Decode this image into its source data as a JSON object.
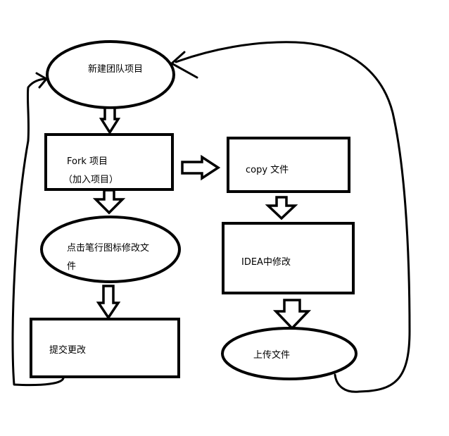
{
  "nodes": {
    "create_project": "新建团队项目",
    "fork_project": "Fork 项目",
    "fork_project_sub": "（加入项目）",
    "click_pen_line1": "点击笔行图标修改文",
    "click_pen_line2": "件",
    "submit_changes": "提交更改",
    "copy_file": "copy 文件",
    "idea_edit": "IDEA中修改",
    "upload_file": "上传文件"
  }
}
